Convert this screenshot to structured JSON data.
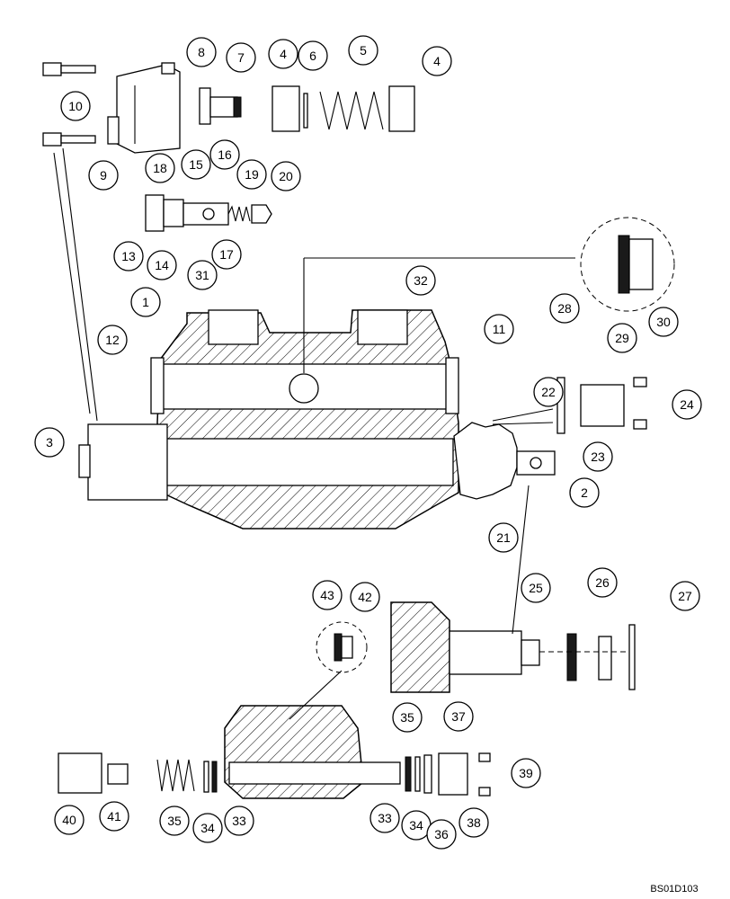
{
  "diagram": {
    "drawing_code": "BS01D103",
    "callout_labels": [
      "1",
      "2",
      "3",
      "4",
      "5",
      "6",
      "7",
      "8",
      "9",
      "10",
      "11",
      "12",
      "13",
      "14",
      "15",
      "16",
      "17",
      "18",
      "19",
      "20",
      "21",
      "22",
      "23",
      "24",
      "25",
      "26",
      "27",
      "28",
      "29",
      "30",
      "31",
      "32",
      "33",
      "34",
      "35",
      "36",
      "37",
      "38",
      "39",
      "40",
      "41",
      "42",
      "43"
    ]
  }
}
